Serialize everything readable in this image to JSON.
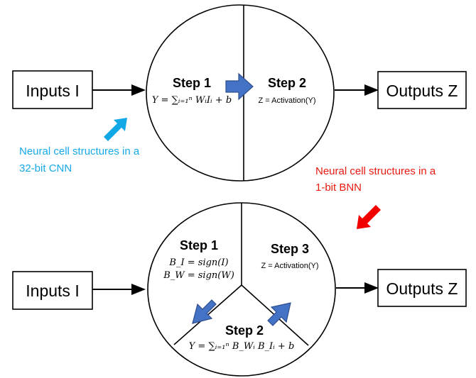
{
  "colors": {
    "blue_note": "#16A9E8",
    "red_note": "#E81A10",
    "arrow_fill": "#4472C4",
    "arrow_stroke": "#2F4F8F",
    "cyan_arrow": "#12A8E6",
    "red_arrow": "#F20000"
  },
  "top": {
    "input_label": "Inputs I",
    "output_label": "Outputs Z",
    "step1_title": "Step 1",
    "step1_formula": "Y = ∑ᵢ₌₁ⁿ WᵢIᵢ + b",
    "step2_title": "Step 2",
    "step2_formula": "Z = Activation(Y)",
    "note_line1": "Neural cell structures in a",
    "note_line2": "32-bit CNN"
  },
  "bottom": {
    "input_label": "Inputs I",
    "output_label": "Outputs Z",
    "step1_title": "Step 1",
    "step1_formula_a": "B_I = sign(I)",
    "step1_formula_b": "B_W = sign(W)",
    "step2_title": "Step 2",
    "step2_formula": "Y = ∑ᵢ₌₁ⁿ B_Wᵢ B_Iᵢ + b",
    "step3_title": "Step 3",
    "step3_formula": "Z = Activation(Y)",
    "note_line1": "Neural cell structures in a",
    "note_line2": "1-bit BNN"
  }
}
